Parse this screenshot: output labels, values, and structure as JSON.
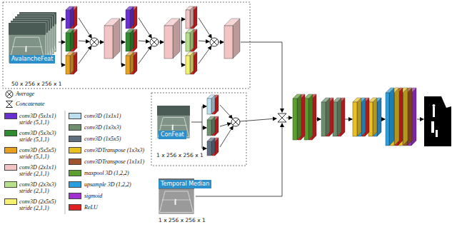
{
  "diagram": {
    "nodes": [
      {
        "text": [
          "AvalancheFeat"
        ]
      },
      {
        "text": [
          "ConFeat"
        ]
      },
      {
        "text": [
          "Temporal Median"
        ]
      }
    ],
    "labels": [
      "50 x 256 x 256 x 1",
      "1 x 256 x 256 x 1",
      "1 x 256 x 256 x 1"
    ],
    "legend": [
      {
        "text": "Average"
      },
      {
        "text": "Concatenate"
      },
      {
        "text": "conv3D (5x1x1) stride (5,1,1)",
        "color": "#6a2fd0"
      },
      {
        "text": "conv3D (5x3x3) stride (5,1,1)",
        "color": "#2e8b2e"
      },
      {
        "text": "conv3D (5x5x5) stride (5,1,1)",
        "color": "#e8a020"
      },
      {
        "text": "conv3D (2x1x1) stride (2,1,1)",
        "color": "#f2c4c4"
      },
      {
        "text": "conv3D (2x3x3) stride (2,1,1)",
        "color": "#b6e08a"
      },
      {
        "text": "conv3D (2x5x5) stride (2,1,1)",
        "color": "#f4f070"
      },
      {
        "text": "conv3D (1x1x1)",
        "color": "#bcdff0"
      },
      {
        "text": "conv3D (1x3x3)",
        "color": "#6e8f6e"
      },
      {
        "text": "conv3D (1x5x5)",
        "color": "#5f6f80"
      },
      {
        "text": "conv3DTranspose (1x3x3)",
        "color": "#e8c020"
      },
      {
        "text": "conv3DTranspose (1x1x1)",
        "color": "#a0522d"
      },
      {
        "text": "maxpool 3D (1,2,2)",
        "color": "#5aa02c"
      },
      {
        "text": "upsample 3D (1,2,2)",
        "color": "#2aa0e0"
      },
      {
        "text": "sigmoid",
        "color": "#a030d0"
      },
      {
        "text": "ReLU",
        "color": "#e02020"
      }
    ]
  }
}
